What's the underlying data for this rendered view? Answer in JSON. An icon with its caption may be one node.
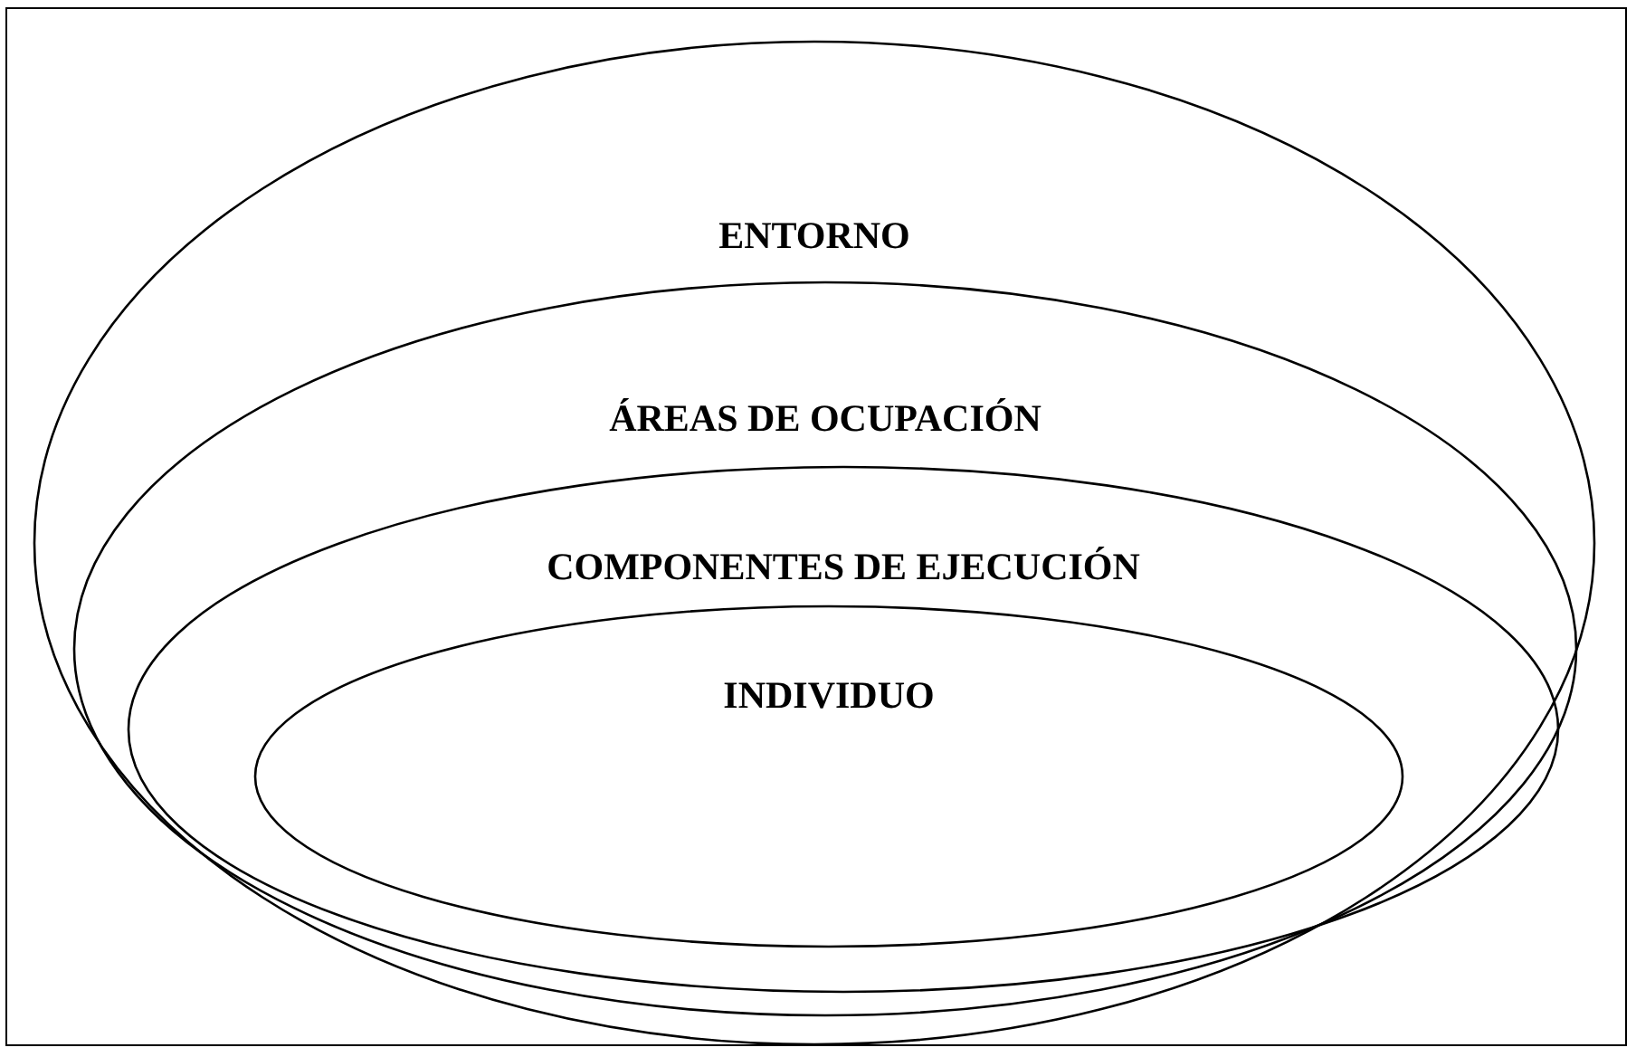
{
  "diagram": {
    "nodes": [
      {
        "text": [
          "ENTORNO"
        ]
      },
      {
        "text": [
          "ÁREAS DE OCUPACIÓN"
        ],
        "in": 0
      },
      {
        "text": [
          "COMPONENTES DE EJECUCIÓN"
        ],
        "in": 1
      },
      {
        "text": [
          "INDIVIDUO"
        ],
        "in": 2
      }
    ]
  }
}
